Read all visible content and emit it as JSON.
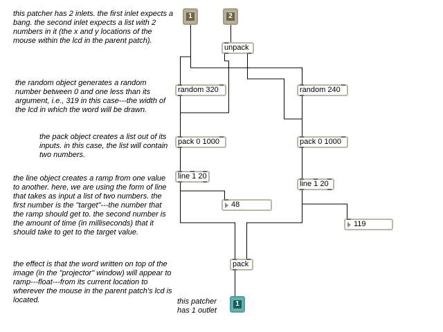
{
  "comments": {
    "inlets": "this patcher has 2 inlets. the first inlet expects a bang. the second inlet expects a list with 2 numbers in it (the x and y locations of the mouse within the lcd in the parent patch).",
    "random": "the random object generates a random number between 0 and one less than its argument, i.e., 319 in this case---the width of the lcd in which the word will be drawn.",
    "pack": "the pack object creates a list out of its inputs. in this case, the list will contain two numbers.",
    "line": "the line object creates a ramp from one value to another. here, we are using the form of line that takes as input a list of two numbers. the first number is the \"target\"---the number that the ramp should get to. the second number is the amount of time (in milliseconds) that it should take to get to the target value.",
    "effect": "the effect is that the word written on top of the image (in the \"projector\" window) will appear to ramp---float---from its current location to wherever the mouse in the parent patch's lcd is located.",
    "outlet": "this patcher has 1 outlet"
  },
  "objects": {
    "unpack": "unpack",
    "random_320": "random 320",
    "random_240": "random 240",
    "pack_left": "pack 0 1000",
    "pack_right": "pack 0 1000",
    "line_left": "line 1 20",
    "line_right": "line 1 20",
    "pack_final": "pack"
  },
  "number_boxes": {
    "left_value": "48",
    "right_value": "119"
  },
  "inlets": [
    "1",
    "2"
  ],
  "outlets": [
    "1"
  ],
  "colors": {
    "box_border": "#b8b8a6",
    "inlet_fill": "#b7b09a",
    "outlet_fill": "#6ab1ad"
  }
}
